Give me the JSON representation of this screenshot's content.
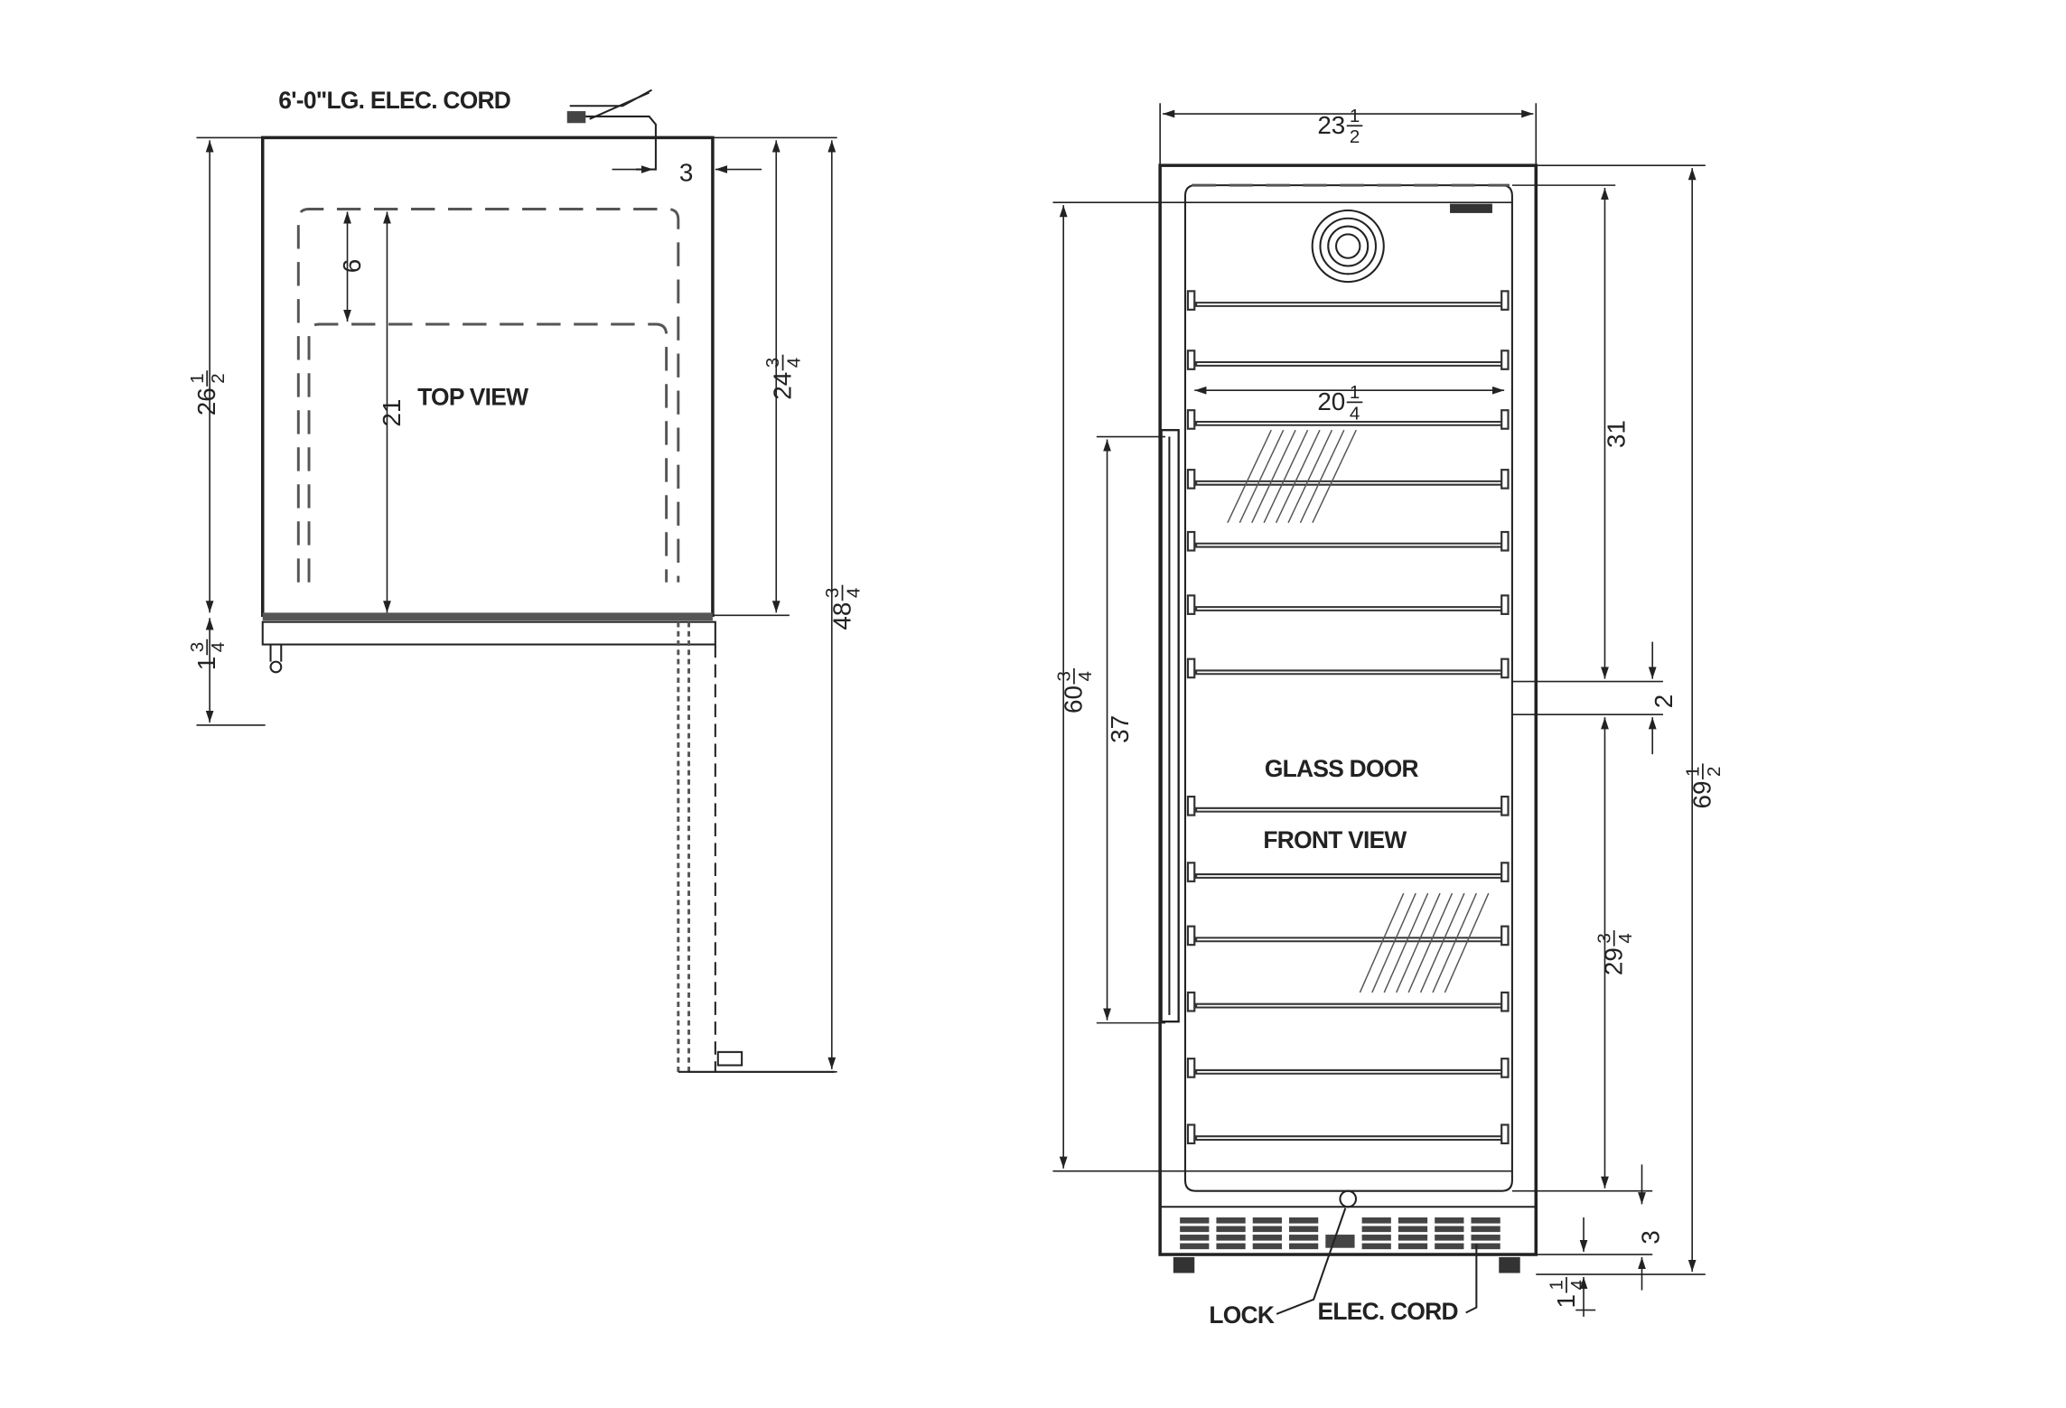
{
  "top_view": {
    "title": "TOP VIEW",
    "cord_label": "6'-0\"LG. ELEC. CORD",
    "dims": {
      "depth_total": {
        "whole": "26",
        "num": "1",
        "den": "2"
      },
      "leg": {
        "whole": "1",
        "num": "3",
        "den": "4"
      },
      "gap": {
        "whole": "6"
      },
      "interior": {
        "whole": "21"
      },
      "cabinet": {
        "whole": "24",
        "num": "3",
        "den": "4"
      },
      "door_open": {
        "whole": "48",
        "num": "3",
        "den": "4"
      },
      "cord_offset": {
        "whole": "3"
      }
    }
  },
  "front_view": {
    "door_label": "GLASS DOOR",
    "title": "FRONT VIEW",
    "lock_label": "LOCK",
    "cord_label": "ELEC. CORD",
    "dims": {
      "width": {
        "whole": "23",
        "num": "1",
        "den": "2"
      },
      "shelf_width": {
        "whole": "20",
        "num": "1",
        "den": "4"
      },
      "door_height": {
        "whole": "60",
        "num": "3",
        "den": "4"
      },
      "handle": {
        "whole": "37"
      },
      "upper": {
        "whole": "31"
      },
      "divider": {
        "whole": "2"
      },
      "lower": {
        "whole": "29",
        "num": "3",
        "den": "4"
      },
      "total_height": {
        "whole": "69",
        "num": "1",
        "den": "2"
      },
      "grille": {
        "whole": "3"
      },
      "legs": {
        "whole": "1",
        "num": "1",
        "den": "4"
      }
    }
  }
}
